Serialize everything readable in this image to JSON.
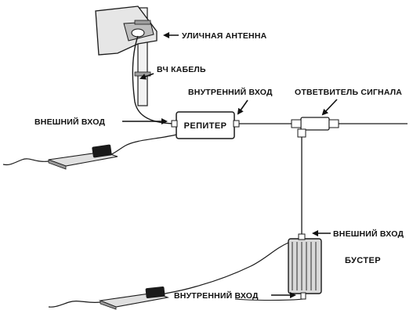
{
  "labels": {
    "outdoor_antenna": "УЛИЧНАЯ АНТЕННА",
    "rf_cable": "ВЧ КАБЕЛЬ",
    "indoor_input_top": "ВНУТРЕННИЙ ВХОД",
    "splitter": "ОТВЕТВИТЕЛЬ СИГНАЛА",
    "outdoor_input_left": "ВНЕШНИЙ ВХОД",
    "repeater": "РЕПИТЕР",
    "outdoor_input_right": "ВНЕШНИЙ ВХОД",
    "booster": "БУСТЕР",
    "indoor_input_bottom": "ВНУТРЕННИЙ ВХОД"
  },
  "colors": {
    "line": "#1a1a1a",
    "device_fill": "#ffffff",
    "antenna_fill": "#e6e6e6",
    "booster_fill": "#d9d9d9",
    "antenna_panel": "#bdbdbd"
  }
}
